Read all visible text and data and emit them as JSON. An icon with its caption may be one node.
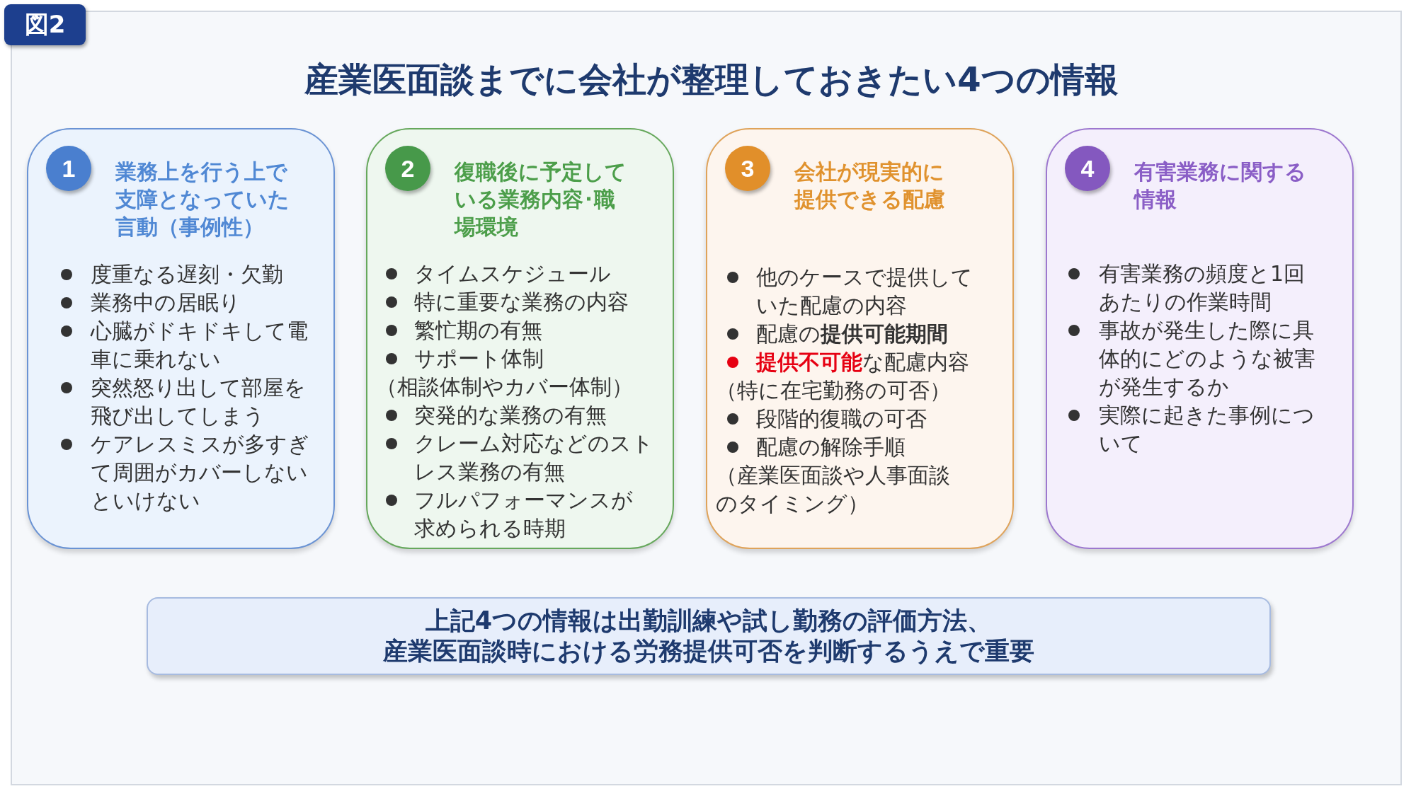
{
  "diagram": {
    "title": "産業医面談までに会社が整理しておきたい4つの情報",
    "nodes": [
      {
        "text": [
          "図2"
        ]
      },
      {
        "text": [
          "業務上を行う上で支障となっていた言動（事例性）",
          "度重なる遅刻・欠勤",
          "業務中の居眠り",
          "心臓がドキドキして電車に乗れない",
          "突然怒り出して部屋を飛び出してしまう",
          "ケアレスミスが多すぎて周囲がカバーしないといけない"
        ]
      },
      {
        "text": [
          "1"
        ],
        "in": 1
      },
      {
        "text": [
          "復職後に予定している業務内容･職場環境",
          "タイムスケジュール",
          "特に重要な業務の内容",
          "繁忙期の有無",
          "サポート体制",
          "（相談体制やカバー体制）",
          "突発的な業務の有無",
          "クレーム対応などのストレス業務の有無",
          "フルパフォーマンスが求められる時期"
        ]
      },
      {
        "text": [
          "2"
        ],
        "in": 3
      },
      {
        "text": [
          "会社が現実的に提供できる配慮",
          "他のケースで提供していた配慮の内容",
          "配慮の**提供可能期間**",
          "**提供不可能**な配慮内容",
          "（特に在宅勤務の可否）",
          "段階的復職の可否",
          "配慮の解除手順",
          "（産業医面談や人事面談のタイミング）"
        ]
      },
      {
        "text": [
          "3"
        ],
        "in": 5
      },
      {
        "text": [
          "有害業務に関する情報",
          "有害業務の頻度と1回あたりの作業時間",
          "事故が発生した際に具体的にどのような被害が発生するか",
          "実際に起きた事例について"
        ]
      },
      {
        "text": [
          "4"
        ],
        "in": 7
      },
      {
        "text": [
          "上記4つの情報は出勤訓練や試し勤務の評価方法、産業医面談時における労務提供可否を判断するうえで重要"
        ]
      }
    ]
  }
}
